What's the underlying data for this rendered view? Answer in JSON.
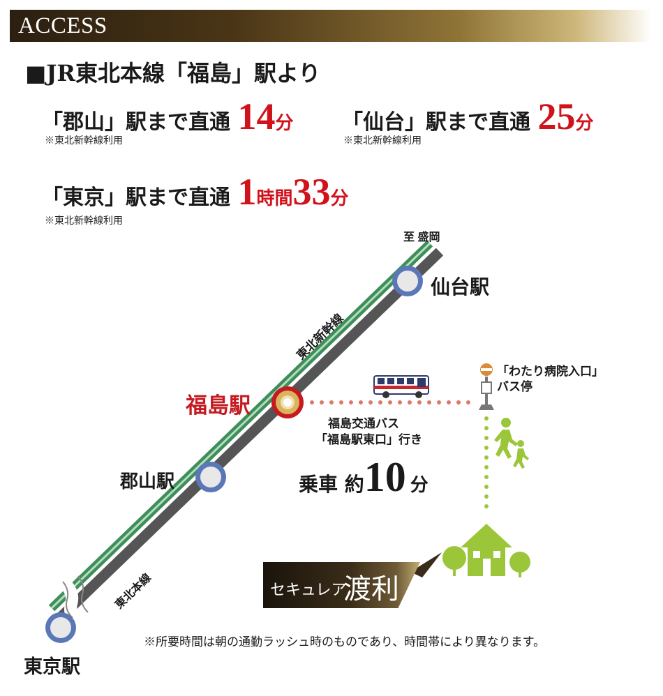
{
  "header": {
    "title": "ACCESS"
  },
  "intro": {
    "heading": "■JR東北本線「福島」駅より"
  },
  "routes": [
    {
      "dest": "「郡山」駅まで直通",
      "value": "14",
      "unit": "分",
      "note": "※東北新幹線利用"
    },
    {
      "dest": "「仙台」駅まで直通",
      "value": "25",
      "unit": "分",
      "note": "※東北新幹線利用"
    },
    {
      "dest": "「東京」駅まで直通",
      "value1": "1",
      "unit1": "時間",
      "value2": "33",
      "unit2": "分",
      "note": "※東北新幹線利用"
    }
  ],
  "map": {
    "direction": "至 盛岡",
    "stations": {
      "sendai": "仙台駅",
      "fukushima": "福島駅",
      "koriyama": "郡山駅",
      "tokyo": "東京駅"
    },
    "lines": {
      "shinkansen": "東北新幹線",
      "main": "東北本線"
    },
    "bus_stop": {
      "line1": "「わたり病院入口」",
      "line2": "バス停"
    },
    "bus": {
      "company": "福島交通バス",
      "bound": "「福島駅東口」行き",
      "ride": "乗車",
      "approx": "約",
      "minutes": "10",
      "unit": "分"
    },
    "property": {
      "kana": "セキュレア",
      "name": "渡利"
    },
    "footnote": "※所要時間は朝の通勤ラッシュ時のものであり、時間帯により異なります。"
  },
  "colors": {
    "accent_red": "#d0121b",
    "shinkansen_green": "#3d8f5a",
    "rail_gray": "#555555",
    "station_blue": "#5b77b8",
    "walk_green": "#9cc63a",
    "bus_dots": "#d97a66"
  }
}
